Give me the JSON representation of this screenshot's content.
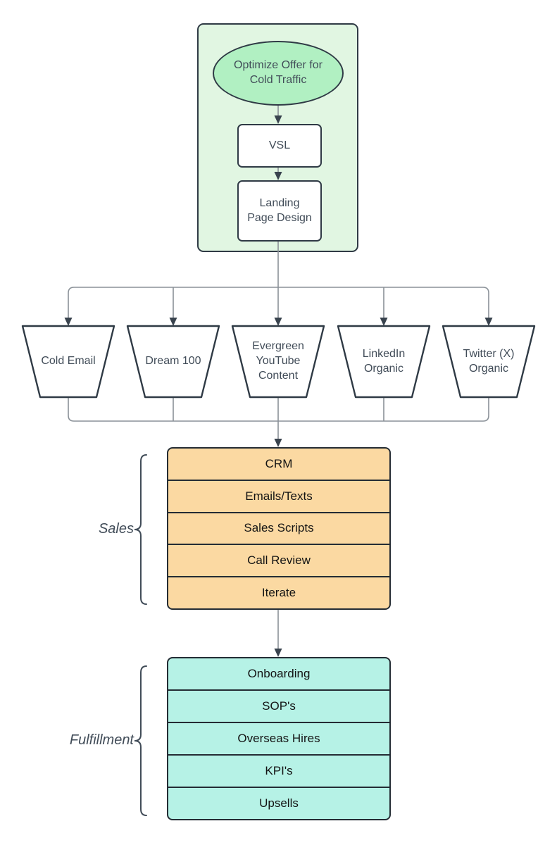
{
  "top_group": {
    "start_label": "Optimize Offer for\nCold Traffic",
    "steps": [
      "VSL",
      "Landing\nPage Design"
    ]
  },
  "channels": [
    "Cold Email",
    "Dream 100",
    "Evergreen\nYouTube\nContent",
    "LinkedIn\nOrganic",
    "Twitter (X)\nOrganic"
  ],
  "sections": {
    "sales": {
      "label": "Sales",
      "rows": [
        "CRM",
        "Emails/Texts",
        "Sales Scripts",
        "Call Review",
        "Iterate"
      ]
    },
    "fulfillment": {
      "label": "Fulfillment",
      "rows": [
        "Onboarding",
        "SOP's",
        "Overseas Hires",
        "KPI's",
        "Upsells"
      ]
    }
  },
  "colors": {
    "container_fill": "#e1f6e2",
    "ellipse_fill": "#b1f0c2",
    "process_fill": "#ffffff",
    "sales_fill": "#fbd9a2",
    "fulfillment_fill": "#b6f2e6",
    "shape_border": "#2f3a45",
    "line": "#8a9198",
    "arrowhead": "#39434e",
    "shape_text": "#414c58",
    "stack_text": "#141414",
    "brace": "#414c58",
    "page_bg": "#ffffff"
  }
}
